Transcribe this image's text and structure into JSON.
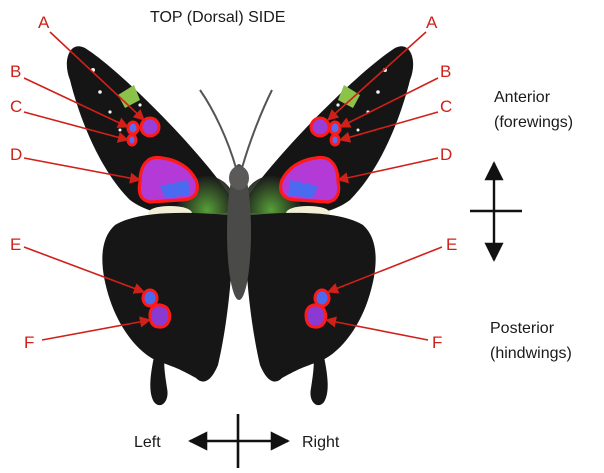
{
  "title": "TOP (Dorsal) SIDE",
  "labels": {
    "a": "A",
    "b": "B",
    "c": "C",
    "d": "D",
    "e": "E",
    "f": "F"
  },
  "anterior": {
    "line1": "Anterior",
    "line2": "(forewings)"
  },
  "posterior": {
    "line1": "Posterior",
    "line2": "(hindwings)"
  },
  "orientation": {
    "left": "Left",
    "right": "Right"
  },
  "colors": {
    "label_red": "#d0201a",
    "wing_black": "#151515",
    "patch_magenta": "#b33ad6",
    "patch_blue": "#4a6bf0",
    "body_green": "#3f7a2e",
    "spot_green": "#8bc34a"
  }
}
